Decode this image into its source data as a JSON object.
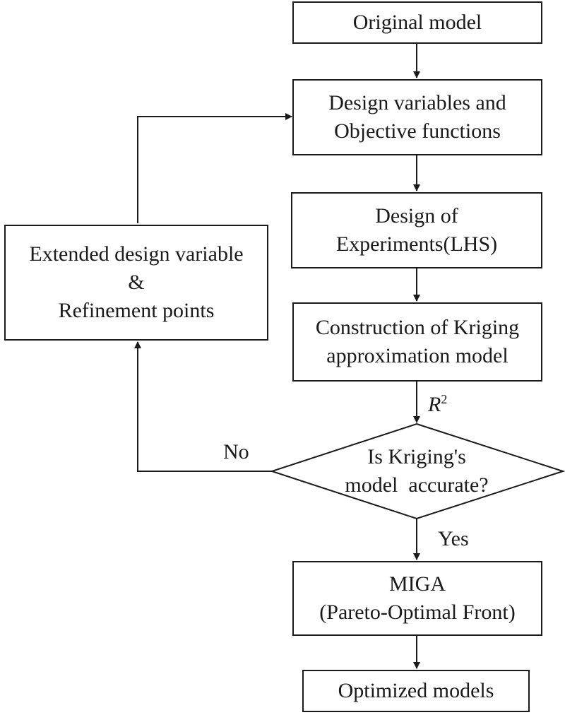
{
  "nodes": {
    "original_model": [
      "Original model"
    ],
    "design_variables": [
      "Design variables and",
      "Objective functions"
    ],
    "doe": [
      "Design of",
      "Experiments(LHS)"
    ],
    "kriging_construction": [
      "Construction of Kriging",
      "approximation model"
    ],
    "decision": [
      "Is Kriging's",
      "model  accurate?"
    ],
    "miga": [
      "MIGA",
      "(Pareto-Optimal Front)"
    ],
    "optimized": [
      "Optimized models"
    ],
    "extended": [
      "Extended design variable",
      "&",
      "Refinement points"
    ]
  },
  "edge_labels": {
    "r2_base": "R",
    "r2_exp": "2",
    "no": "No",
    "yes": "Yes"
  }
}
